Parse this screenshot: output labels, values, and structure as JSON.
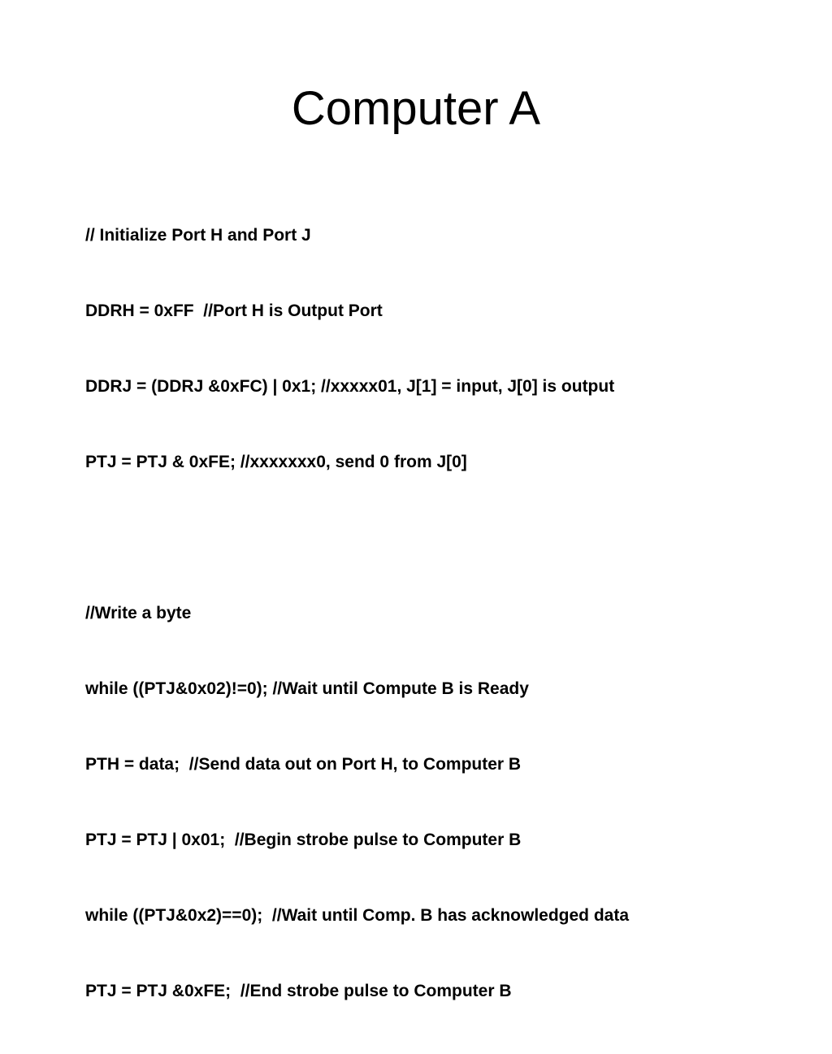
{
  "slide": {
    "title": "Computer A",
    "init_section": [
      "// Initialize Port H and Port J",
      "DDRH = 0xFF  //Port H is Output Port",
      "DDRJ = (DDRJ &0xFC) | 0x1; //xxxxx01, J[1] = input, J[0] is output",
      "PTJ = PTJ & 0xFE; //xxxxxxx0, send 0 from J[0]"
    ],
    "write_section": [
      "//Write a byte",
      "while ((PTJ&0x02)!=0); //Wait until Compute B is Ready",
      "PTH = data;  //Send data out on Port H, to Computer B",
      "PTJ = PTJ | 0x01;  //Begin strobe pulse to Computer B",
      "while ((PTJ&0x2)==0);  //Wait until Comp. B has acknowledged data",
      "PTJ = PTJ &0xFE;  //End strobe pulse to Computer B"
    ]
  }
}
